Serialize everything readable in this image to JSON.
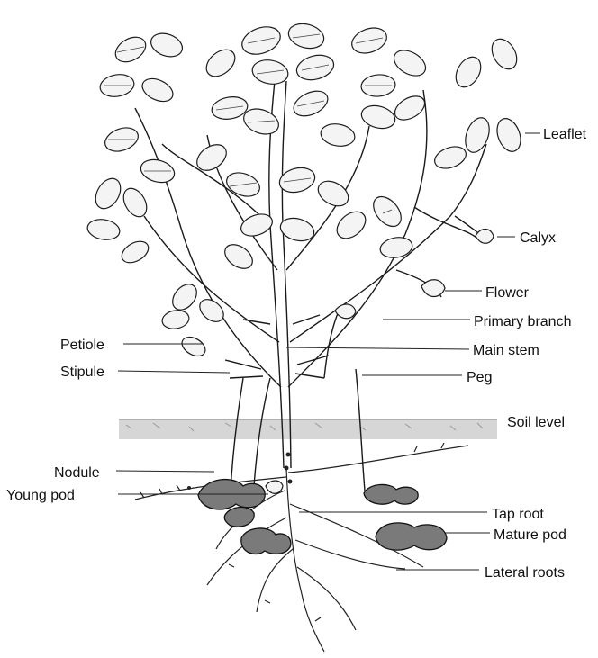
{
  "labels": {
    "leaflet": "Leaflet",
    "calyx": "Calyx",
    "flower": "Flower",
    "primary_branch": "Primary branch",
    "petiole": "Petiole",
    "main_stem": "Main stem",
    "stipule": "Stipule",
    "peg": "Peg",
    "soil_level": "Soil level",
    "nodule": "Nodule",
    "young_pod": "Young pod",
    "tap_root": "Tap root",
    "mature_pod": "Mature pod",
    "lateral_roots": "Lateral roots"
  }
}
